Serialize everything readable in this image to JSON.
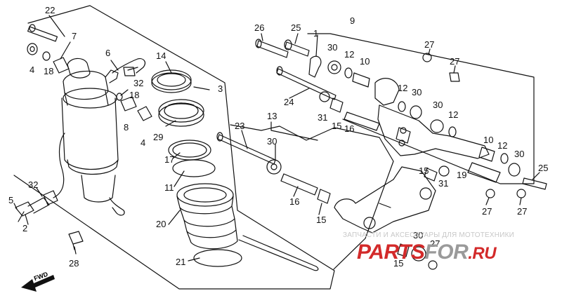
{
  "parts": [
    {
      "id": "p22",
      "label": "22"
    },
    {
      "id": "p7",
      "label": "7"
    },
    {
      "id": "p4a",
      "label": "4"
    },
    {
      "id": "p18a",
      "label": "18"
    },
    {
      "id": "p6",
      "label": "6"
    },
    {
      "id": "p32a",
      "label": "32"
    },
    {
      "id": "p14",
      "label": "14"
    },
    {
      "id": "p3",
      "label": "3"
    },
    {
      "id": "p18b",
      "label": "18"
    },
    {
      "id": "p8",
      "label": "8"
    },
    {
      "id": "p4b",
      "label": "4"
    },
    {
      "id": "p29",
      "label": "29"
    },
    {
      "id": "p17",
      "label": "17"
    },
    {
      "id": "p11",
      "label": "11"
    },
    {
      "id": "p20",
      "label": "20"
    },
    {
      "id": "p21",
      "label": "21"
    },
    {
      "id": "p5",
      "label": "5"
    },
    {
      "id": "p32b",
      "label": "32"
    },
    {
      "id": "p2",
      "label": "2"
    },
    {
      "id": "p28",
      "label": "28"
    },
    {
      "id": "p26",
      "label": "26"
    },
    {
      "id": "p25a",
      "label": "25"
    },
    {
      "id": "p1",
      "label": "1"
    },
    {
      "id": "p9",
      "label": "9"
    },
    {
      "id": "p27a",
      "label": "27"
    },
    {
      "id": "p27b",
      "label": "27"
    },
    {
      "id": "p30a",
      "label": "30"
    },
    {
      "id": "p12a",
      "label": "12"
    },
    {
      "id": "p10a",
      "label": "10"
    },
    {
      "id": "p24",
      "label": "24"
    },
    {
      "id": "p31a",
      "label": "31"
    },
    {
      "id": "p15a",
      "label": "15"
    },
    {
      "id": "p16a",
      "label": "16"
    },
    {
      "id": "p12b",
      "label": "12"
    },
    {
      "id": "p30b",
      "label": "30"
    },
    {
      "id": "p30c",
      "label": "30"
    },
    {
      "id": "p12c",
      "label": "12"
    },
    {
      "id": "p13",
      "label": "13"
    },
    {
      "id": "p23",
      "label": "23"
    },
    {
      "id": "p30d",
      "label": "30"
    },
    {
      "id": "p10b",
      "label": "10"
    },
    {
      "id": "p12d",
      "label": "12"
    },
    {
      "id": "p30e",
      "label": "30"
    },
    {
      "id": "p15b",
      "label": "15"
    },
    {
      "id": "p31b",
      "label": "31"
    },
    {
      "id": "p19",
      "label": "19"
    },
    {
      "id": "p25b",
      "label": "25"
    },
    {
      "id": "p16b",
      "label": "16"
    },
    {
      "id": "p15c",
      "label": "15"
    },
    {
      "id": "p27c",
      "label": "27"
    },
    {
      "id": "p27d",
      "label": "27"
    },
    {
      "id": "p30f",
      "label": "30"
    },
    {
      "id": "p15d",
      "label": "15"
    },
    {
      "id": "p27e",
      "label": "27"
    }
  ],
  "fwd_label": "FWD",
  "watermark": {
    "text": "ЗАПЧАСТИ И АКСЕССУАРЫ ДЛЯ МОТОТЕХНИКИ",
    "logo_a": "PARTS",
    "logo_b": "FOR",
    "logo_c": ".RU"
  },
  "colors": {
    "line": "#111111",
    "logo_red": "#d32a2a",
    "logo_grey": "#9a9a9a",
    "watermark": "#c8c8c8"
  }
}
